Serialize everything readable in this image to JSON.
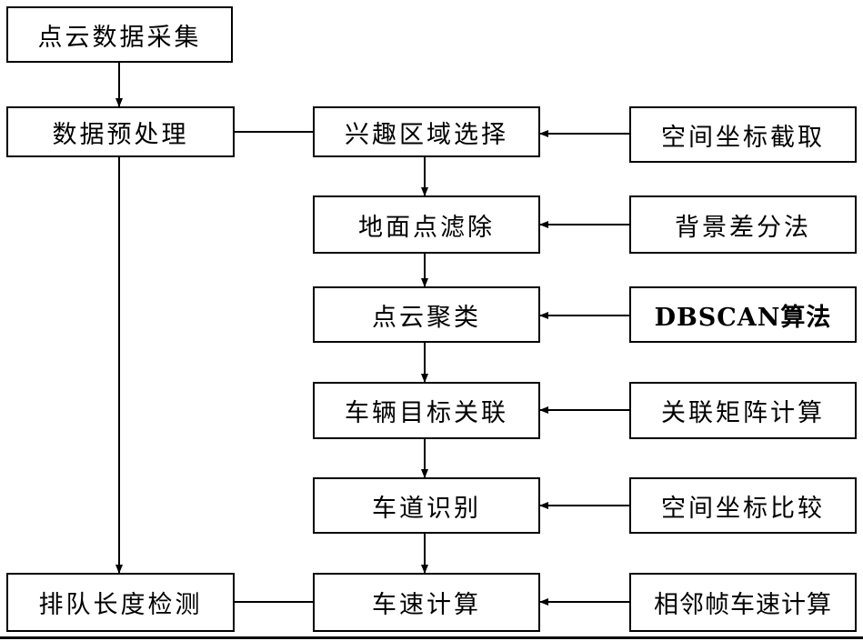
{
  "left_column": {
    "collect": "点云数据采集",
    "preprocess": "数据预处理",
    "queue": "排队长度检测"
  },
  "middle_column": {
    "roi": "兴趣区域选择",
    "ground": "地面点滤除",
    "cluster": "点云聚类",
    "assoc": "车辆目标关联",
    "lane": "车道识别",
    "speed": "车速计算"
  },
  "right_column": {
    "roi_method": "空间坐标截取",
    "ground_method": "背景差分法",
    "cluster_method": "DBSCAN算法",
    "assoc_method": "关联矩阵计算",
    "lane_method": "空间坐标比较",
    "speed_method": "相邻帧车速计算"
  }
}
